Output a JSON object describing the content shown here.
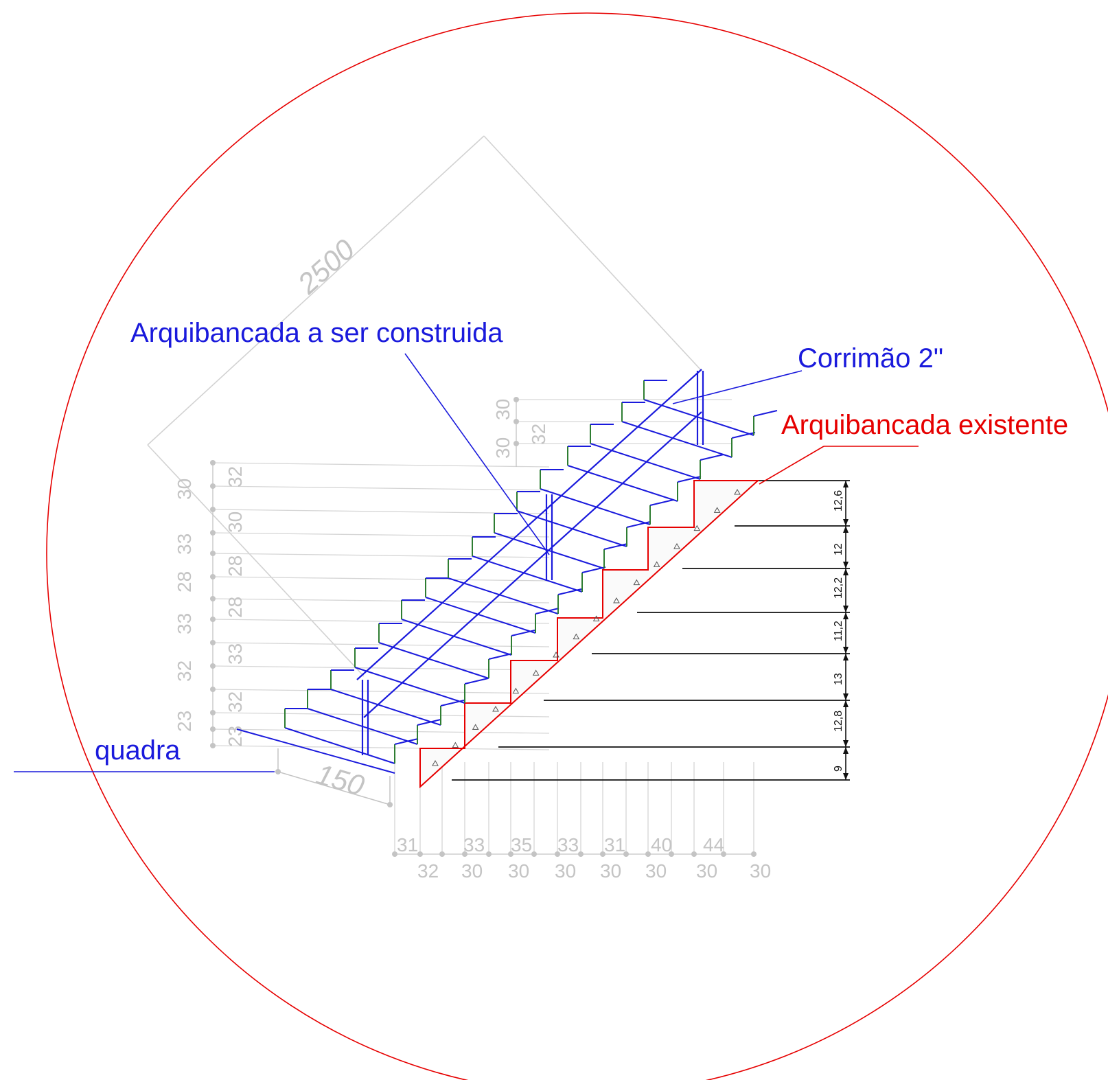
{
  "labels": {
    "new_stand": "Arquibancada a ser construida",
    "handrail": "Corrimão 2\"",
    "existing_stand": "Arquibancada existente",
    "court": "quadra"
  },
  "overall_dimensions": {
    "diagonal_length": "2500",
    "bottom_width": "150"
  },
  "heights_left_outer": [
    "30",
    "33",
    "28",
    "33",
    "32",
    "23"
  ],
  "heights_left_inner": [
    "32",
    "30",
    "28",
    "28",
    "33",
    "32",
    "23"
  ],
  "heights_top_outer": [
    "30",
    "30"
  ],
  "heights_top_inner": [
    "32"
  ],
  "treads_bottom_top_row": [
    "31",
    "33",
    "35",
    "33",
    "31",
    "40",
    "44"
  ],
  "treads_bottom_bottom_row": [
    "32",
    "30",
    "30",
    "30",
    "30",
    "30",
    "30",
    "30"
  ],
  "existing_step_heights": [
    "12,6",
    "12",
    "12,2",
    "11,2",
    "13",
    "12,8",
    "9"
  ],
  "colors": {
    "new_stand": "#1a1adc",
    "existing_stand": "#e60000",
    "dimension_lines": "#c4c4c4",
    "level_lines": "#111111",
    "riser_edges": "#2e7d32"
  }
}
